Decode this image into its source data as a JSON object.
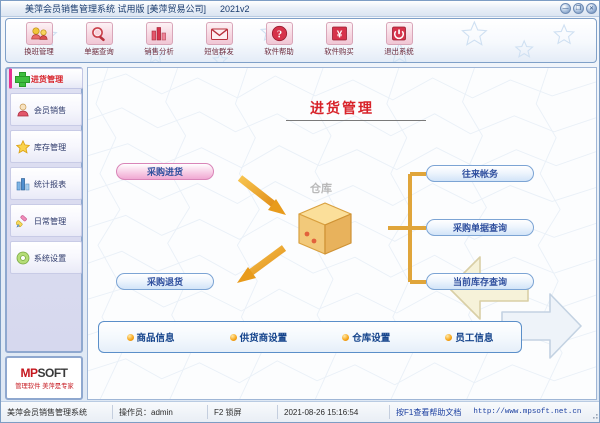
{
  "window": {
    "title": "美萍会员销售管理系统 试用版 [美萍贸易公司]",
    "version": "2021v2",
    "minimize_label": "—",
    "maximize_label": "❐",
    "close_label": "✕"
  },
  "toolbar": {
    "buttons": [
      {
        "label": "换班管理",
        "icon": "shift-management-icon"
      },
      {
        "label": "单据查询",
        "icon": "magnifier-icon"
      },
      {
        "label": "销售分析",
        "icon": "bar-chart-icon"
      },
      {
        "label": "短信群发",
        "icon": "sms-broadcast-icon"
      },
      {
        "label": "软件帮助",
        "icon": "help-question-icon"
      },
      {
        "label": "软件购买",
        "icon": "yen-purchase-icon"
      },
      {
        "label": "退出系统",
        "icon": "power-exit-icon"
      }
    ]
  },
  "sidebar": {
    "header": {
      "label": "进货管理",
      "icon": "green-plus-icon"
    },
    "items": [
      {
        "label": "会员销售",
        "icon": "member-sales-icon"
      },
      {
        "label": "库存管理",
        "icon": "star-inventory-icon"
      },
      {
        "label": "统计报表",
        "icon": "bar-chart-icon"
      },
      {
        "label": "日常管理",
        "icon": "brush-daily-icon"
      },
      {
        "label": "系统设置",
        "icon": "gear-settings-icon"
      }
    ]
  },
  "logo": {
    "brand_mp": "MP",
    "brand_soft": "SOFT",
    "tagline": "管理软件 美萍是专家"
  },
  "main": {
    "title": "进货管理",
    "flow": {
      "purchase_in": "采购进货",
      "purchase_return": "采购退货",
      "warehouse": "仓库",
      "accounts": "往来帐务",
      "order_query": "采购单据查询",
      "stock_query": "当前库存查询"
    },
    "bottom_links": [
      {
        "label": "商品信息"
      },
      {
        "label": "供货商设置"
      },
      {
        "label": "仓库设置"
      },
      {
        "label": "员工信息"
      }
    ]
  },
  "statusbar": {
    "app_name": "美萍会员销售管理系统",
    "operator": "操作员：admin",
    "lock_hint": "F2 锁屏",
    "datetime": "2021-08-26 15:16:54",
    "help_hint": "按F1查看帮助文档",
    "url": "http://www.mpsoft.net.cn"
  },
  "colors": {
    "accent_red": "#d8232a",
    "accent_blue": "#2f4f9e",
    "accent_pink": "#f0a8d2",
    "accent_orange": "#f6a417",
    "frame_blue": "#8fa8cf"
  }
}
